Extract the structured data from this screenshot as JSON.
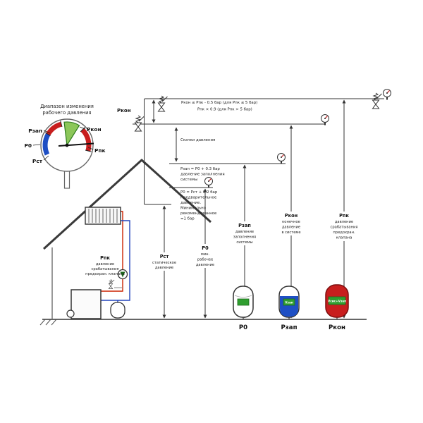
{
  "gauge": {
    "title": [
      "Диапазон изменения",
      "рабочего давления"
    ],
    "labels": {
      "pzap": "Рзап",
      "pkon": "Ркон",
      "p0": "Р0",
      "ppk": "Рпк",
      "pst": "Рст"
    }
  },
  "top": {
    "valve_label": "Ркон",
    "formula1": "Ркон ≤  Рпк - 0.5 бар (для Рпк ≤ 5 бар)",
    "formula2": "Рпк × 0.9 (для Рпк > 5 бар)"
  },
  "annotations": {
    "surges": "Скачки давления",
    "pzap": [
      "Рзап = Р0 + 0.3 бар",
      "давление заполнения",
      "системы"
    ],
    "p0": [
      "Р0 = Рст + 0.2 бар",
      "Предварительное",
      "давление.",
      "Минимально",
      "рекомендованное",
      "=1 бар"
    ]
  },
  "boiler_label": {
    "name": "Рпк",
    "lines": [
      "давление",
      "срабатывания",
      "предохран. клапана"
    ]
  },
  "columns": {
    "pst": {
      "name": "Рст",
      "lines": [
        "статическое",
        "давление"
      ]
    },
    "p0": {
      "name": "Р0",
      "lines": [
        "мин.",
        "рабочее",
        "давление"
      ]
    },
    "pzap": {
      "name": "Рзап",
      "lines": [
        "давление",
        "заполнения",
        "системы"
      ]
    },
    "pkon": {
      "name": "Ркон",
      "lines": [
        "конечное",
        "давление",
        "в системе"
      ]
    },
    "ppk": {
      "name": "Рпк",
      "lines": [
        "давление",
        "срабатывания",
        "предохран.",
        "клапана"
      ]
    }
  },
  "vessels": [
    {
      "label": "Р0",
      "badge": ""
    },
    {
      "label": "Рзап",
      "badge": "Vзап"
    },
    {
      "label": "Ркон",
      "badge": "Vсис+Vзап"
    }
  ],
  "colors": {
    "red": "#c81e1e",
    "blue": "#1e4fc4",
    "green": "#2f9e2f",
    "line": "#333333"
  }
}
